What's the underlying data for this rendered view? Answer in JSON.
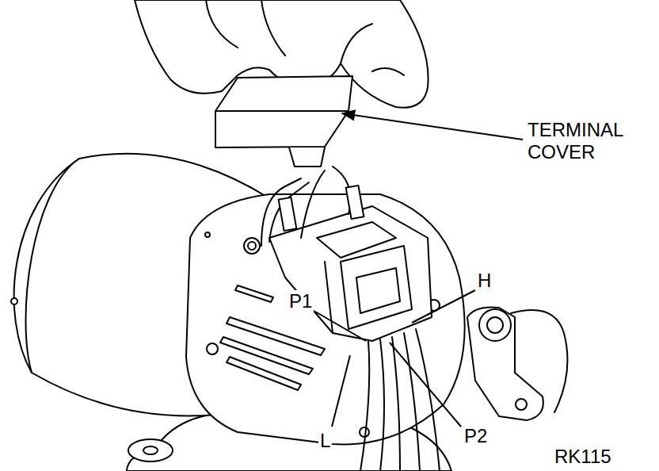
{
  "diagram": {
    "labels": [
      "TERMINAL COVER",
      "H",
      "P1",
      "L",
      "P2",
      "RK115"
    ]
  }
}
